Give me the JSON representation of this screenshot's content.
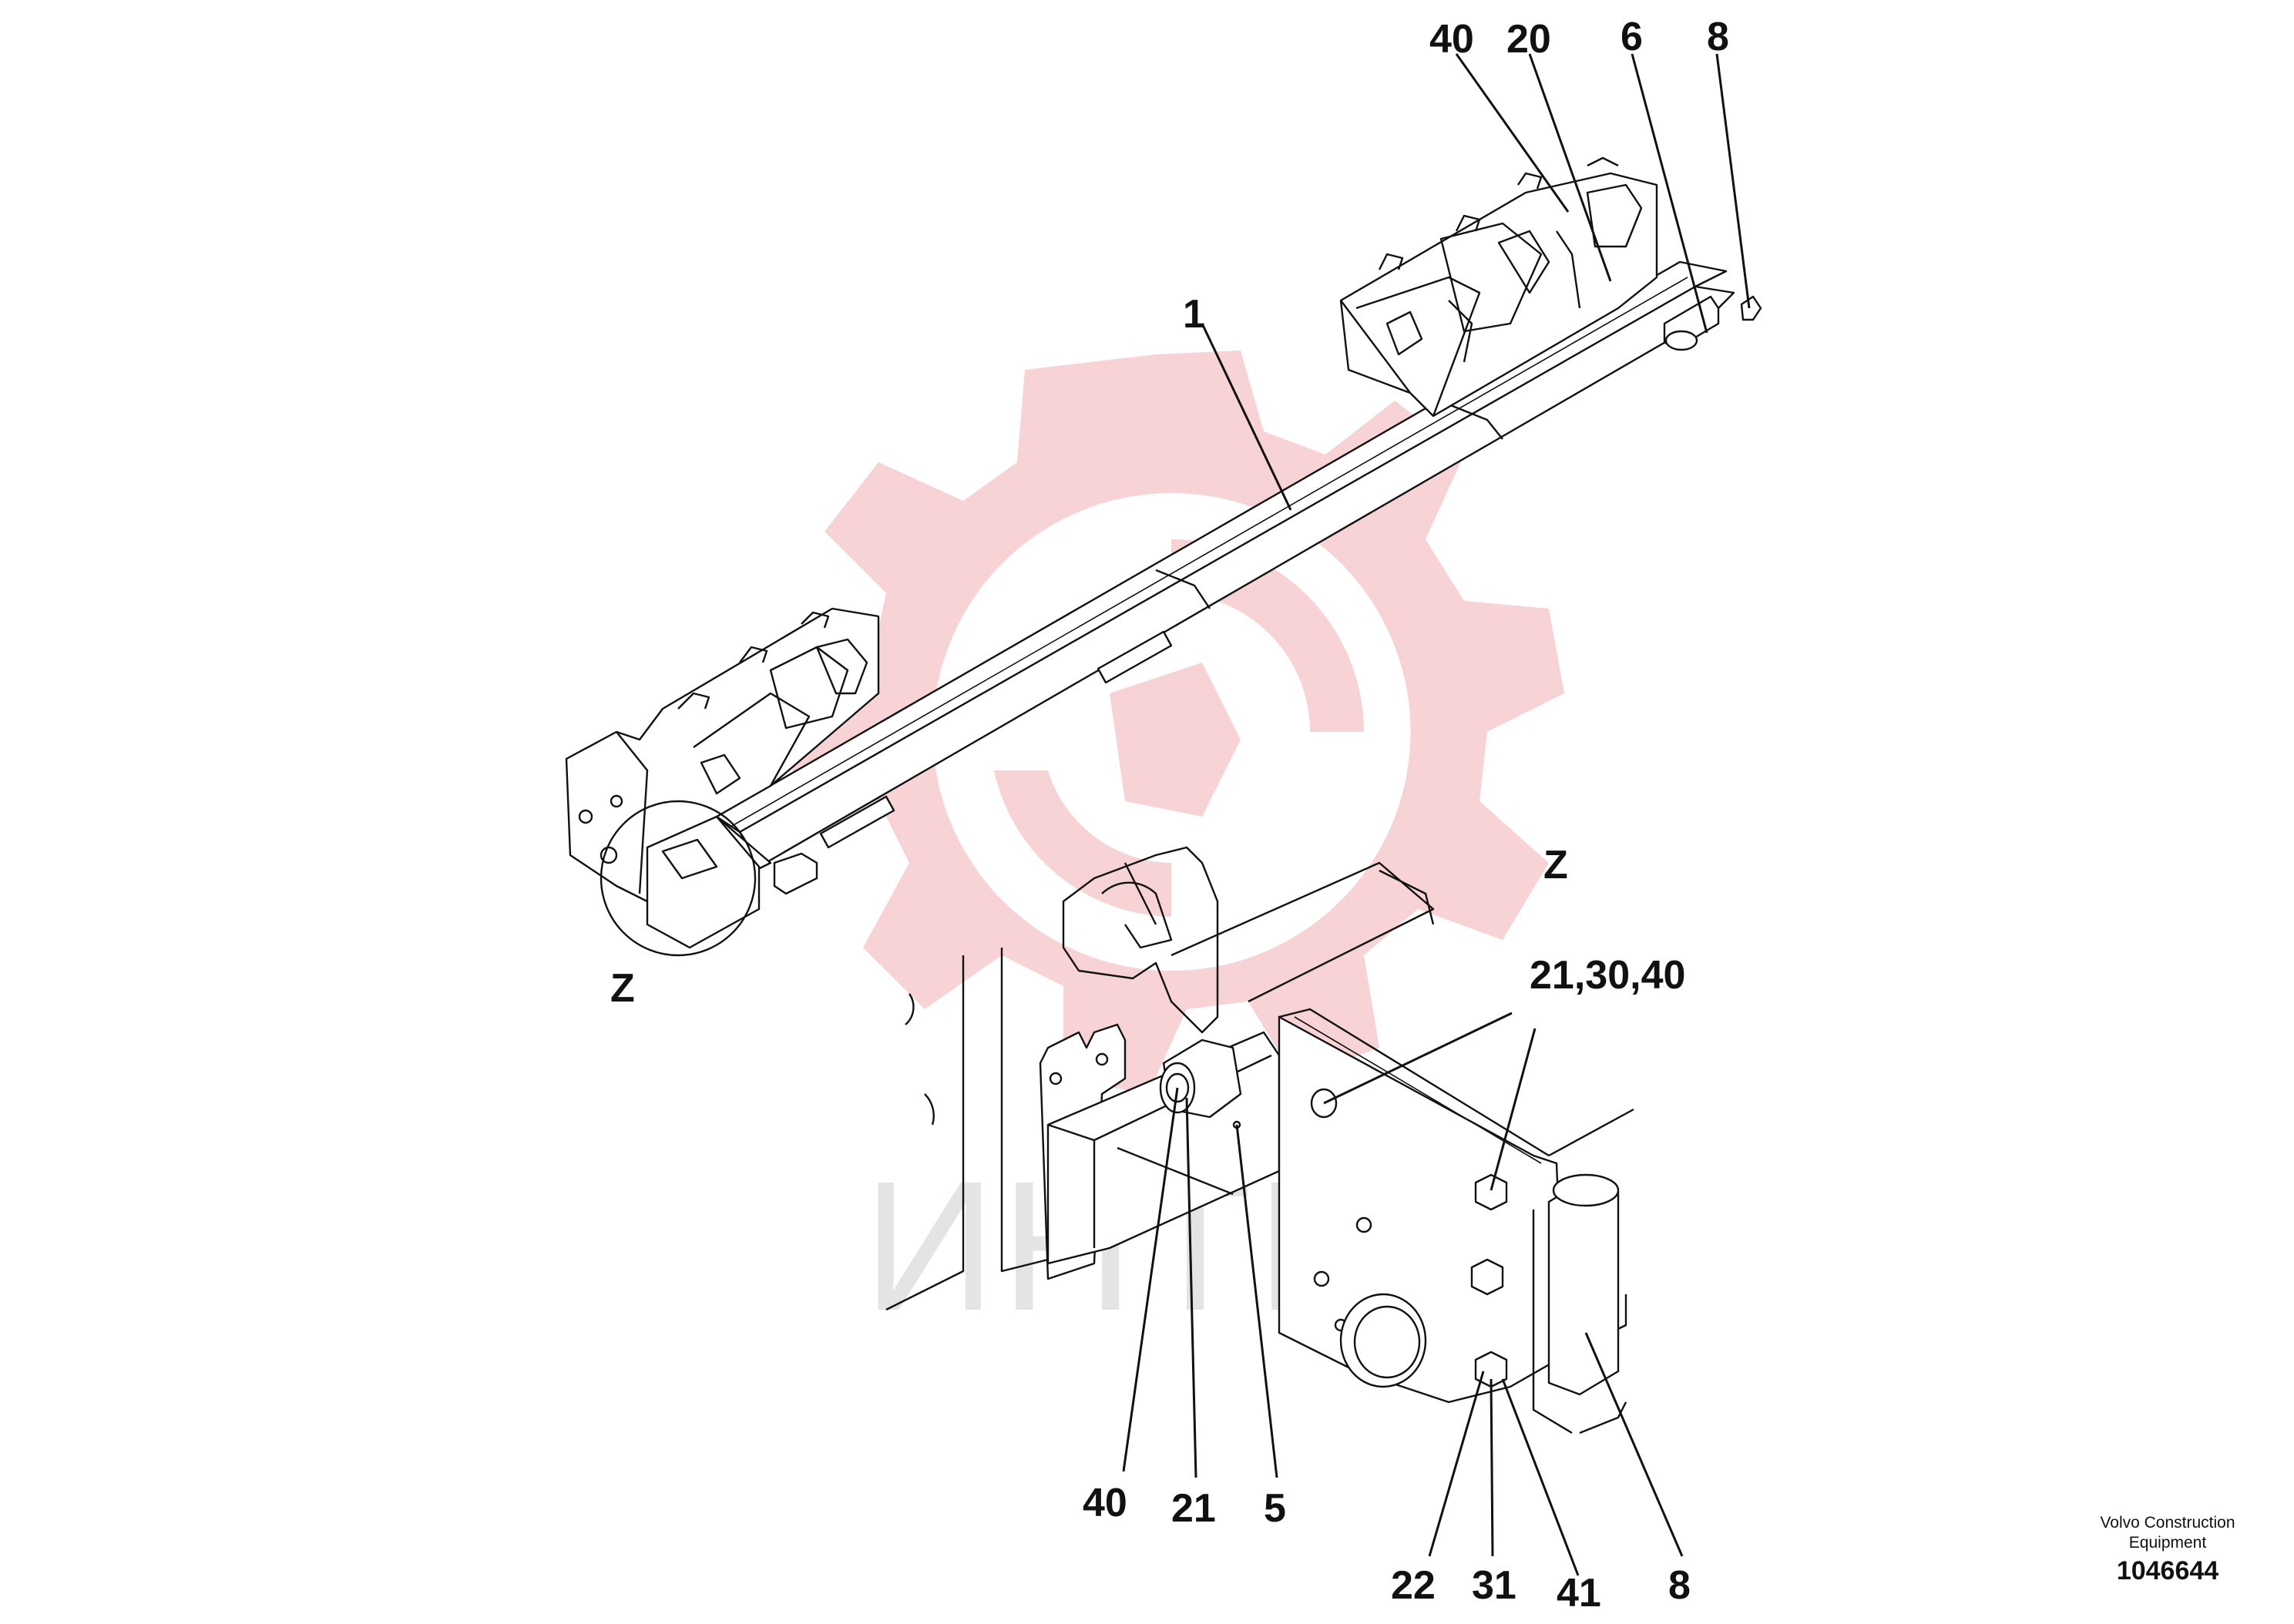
{
  "watermark": {
    "text": "ИНТЕХ",
    "gear_color": "#f8d3d5",
    "text_color": "#e4e4e4"
  },
  "callouts": {
    "c40_top": "40",
    "c20_top": "20",
    "c6_top": "6",
    "c8_top": "8",
    "c1": "1",
    "c_multi": "21,30,40",
    "c40_bottom": "40",
    "c21_bottom": "21",
    "c5_bottom": "5",
    "c22_bottom": "22",
    "c31_bottom": "31",
    "c41_bottom": "41",
    "c8_bottom": "8"
  },
  "detail_markers": {
    "z_main": "Z",
    "z_detail": "Z"
  },
  "footer": {
    "company_line1": "Volvo Construction",
    "company_line2": "Equipment",
    "drawing_number": "1046644"
  }
}
